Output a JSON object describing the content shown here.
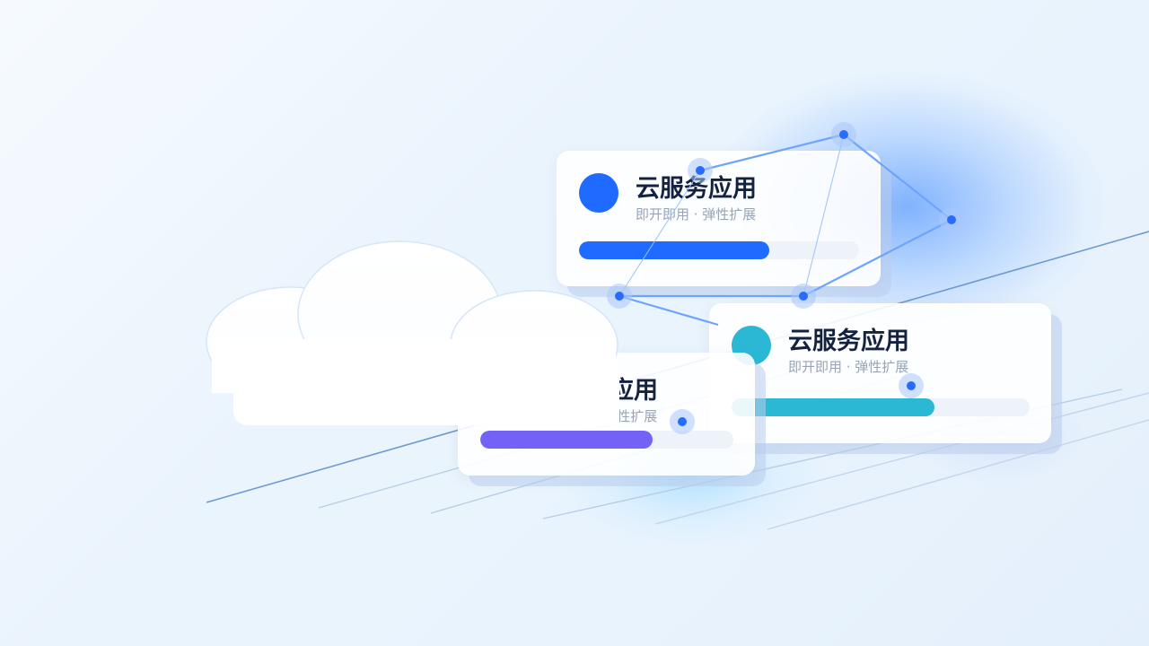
{
  "cards": [
    {
      "title": "云服务应用",
      "subtitle": "即开即用 · 弹性扩展",
      "progress": 0.68,
      "dot_color": "#1f6bff",
      "bar_color": "#1f6bff"
    },
    {
      "title": "云服务应用",
      "subtitle": "即开即用 · 弹性扩展",
      "progress": 0.68,
      "dot_color": "#2bb8d4",
      "bar_color": "#2bb8d4"
    },
    {
      "title": "云服务应用",
      "subtitle": "即开即用 · 弹性扩展",
      "progress": 0.68,
      "dot_color": "#ece8fb",
      "bar_color": "#7462f6"
    }
  ],
  "colors": {
    "network_line": "#6ea4ff",
    "network_node": "#2a6bff",
    "diagonal_line": "#6d9ad0"
  },
  "icons": {
    "cloud": "cloud-icon",
    "network": "network-icon"
  }
}
